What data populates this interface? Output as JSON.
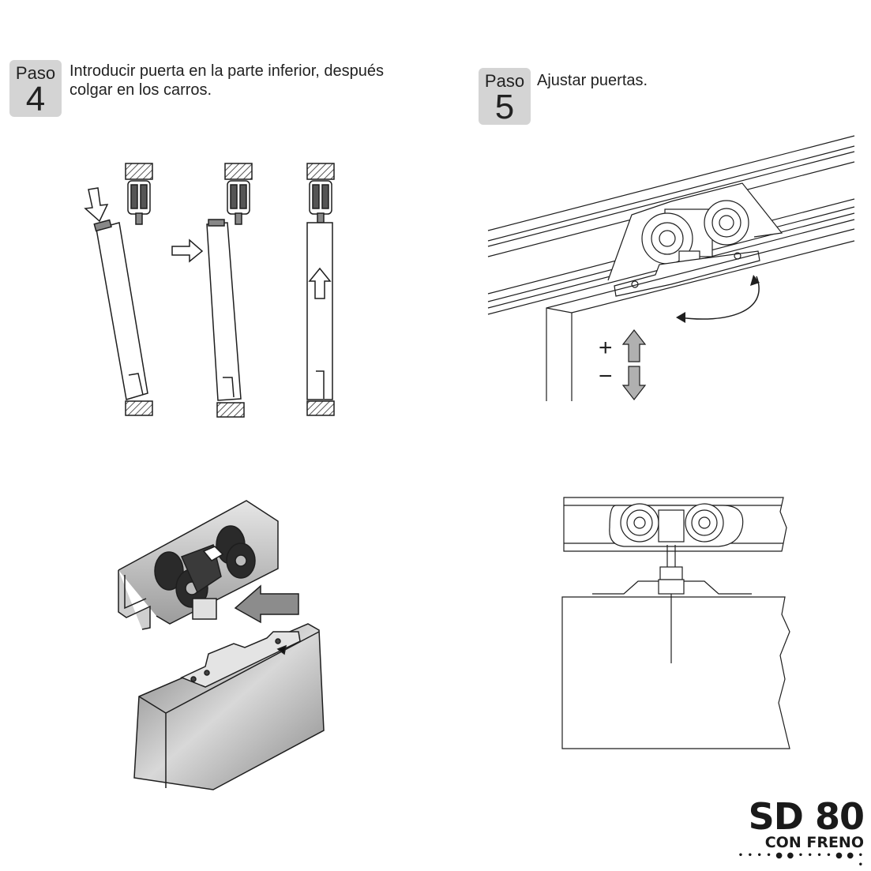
{
  "step4": {
    "label": "Paso",
    "number": "4",
    "text_line1": "Introducir puerta en la parte inferior, después",
    "text_line2": "colgar en los carros."
  },
  "step5": {
    "label": "Paso",
    "number": "5",
    "text": "Ajustar puertas."
  },
  "adjust": {
    "plus": "+",
    "minus": "−"
  },
  "brand": {
    "model": "SD 80",
    "subtitle": "CON FRENO",
    "dots": "• • • • ● ● • • • • ● ● • •"
  },
  "colors": {
    "badge": "#d4d4d4",
    "line": "#1e1e1e",
    "door_gray": "#9a9a9a",
    "arrow_gray": "#aaaaaa"
  }
}
